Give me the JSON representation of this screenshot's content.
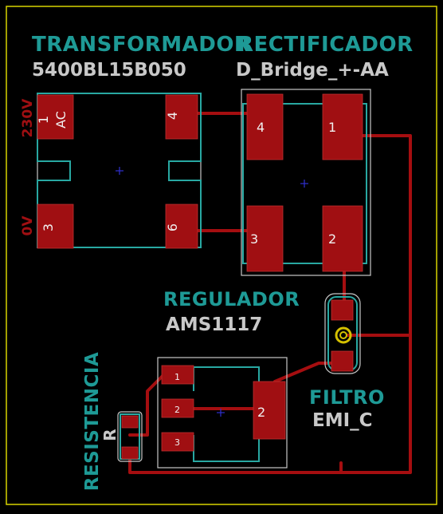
{
  "components": {
    "transformer": {
      "title": "TRANSFORMADOR",
      "value": "5400BL15B050",
      "voltage_top": "230V",
      "voltage_bottom": "0V",
      "pads": [
        {
          "num": "1",
          "sub": "AC"
        },
        {
          "num": "4",
          "sub": ""
        },
        {
          "num": "3",
          "sub": ""
        },
        {
          "num": "6",
          "sub": ""
        }
      ]
    },
    "rectifier": {
      "title": "RECTIFICADOR",
      "value": "D_Bridge_+-AA",
      "pads": [
        {
          "num": "4"
        },
        {
          "num": "1"
        },
        {
          "num": "3"
        },
        {
          "num": "2"
        }
      ]
    },
    "regulator": {
      "title": "REGULADOR",
      "value": "AMS1117",
      "pads": [
        {
          "num": "1"
        },
        {
          "num": "2"
        },
        {
          "num": "3"
        },
        {
          "num": "2"
        }
      ]
    },
    "filter": {
      "title": "FILTRO",
      "value": "EMI_C"
    },
    "resistor": {
      "title": "RESISTENCIA",
      "value": "R"
    }
  },
  "colors": {
    "background": "#000000",
    "pad": "#a00f12",
    "trace": "#a50e10",
    "silkscreen_title": "#1e9a96",
    "outline": "#c8c8c8",
    "anchor": "#3030d0",
    "via": "#d4c000"
  }
}
